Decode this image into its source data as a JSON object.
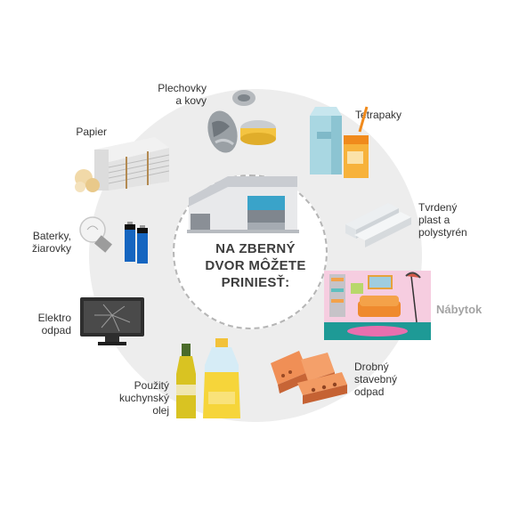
{
  "center": {
    "lines": [
      "NA ZBERNÝ",
      "DVOR MÔŽETE",
      "PRINIESŤ:"
    ]
  },
  "items": [
    {
      "id": "plechovky",
      "lines": [
        "Plechovky",
        "a kovy"
      ]
    },
    {
      "id": "tetrapaky",
      "lines": [
        "Tetrapaky"
      ]
    },
    {
      "id": "tvrdeny",
      "lines": [
        "Tvrdený",
        "plast a",
        "polystyrén"
      ]
    },
    {
      "id": "nabytok",
      "lines": [
        "Nábytok"
      ]
    },
    {
      "id": "stavebny",
      "lines": [
        "Drobný",
        "stavebný",
        "odpad"
      ]
    },
    {
      "id": "olej",
      "lines": [
        "Použitý",
        "kuchynský",
        "olej"
      ]
    },
    {
      "id": "elektro",
      "lines": [
        "Elektro",
        "odpad"
      ]
    },
    {
      "id": "baterky",
      "lines": [
        "Baterky,",
        "žiarovky"
      ]
    },
    {
      "id": "papier",
      "lines": [
        "Papier"
      ]
    }
  ],
  "colors": {
    "ring": "#ededed",
    "dashed_border": "#b5b5b5",
    "title_text": "#3d3d3d",
    "label_text": "#333333",
    "nabytok_text": "#a4a4a4"
  },
  "icons": [
    "building-icon",
    "metal-cans-icon",
    "tetrapak-cartons-icon",
    "polystyrene-blocks-icon",
    "furniture-room-icon",
    "bricks-icon",
    "oil-bottles-icon",
    "broken-monitor-icon",
    "battery-bulb-icon",
    "newspaper-stack-icon"
  ]
}
